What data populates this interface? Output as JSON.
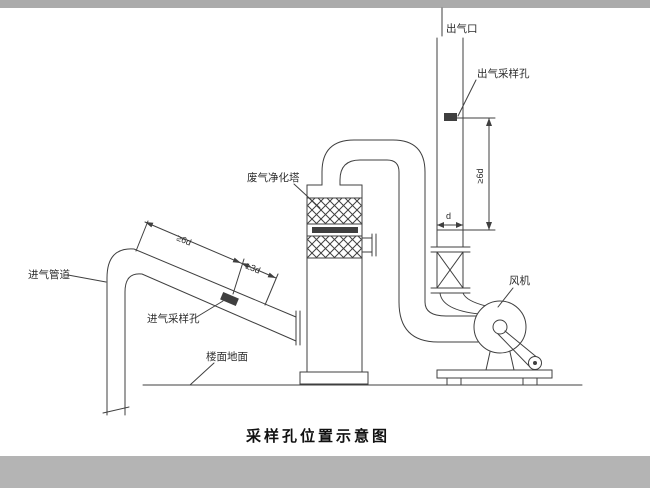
{
  "title": "采样孔位置示意图",
  "labels": {
    "outlet_port": "出气口",
    "outlet_sampling_hole": "出气采样孔",
    "outlet_dim_6d": "≥6d",
    "duct_diameter": "d",
    "tower": "废气净化塔",
    "inlet_dim_6d": "≥6d",
    "inlet_dim_3d": "≥3d",
    "inlet_pipe": "进气管道",
    "inlet_sampling_hole": "进气采样孔",
    "floor": "楼面地面",
    "fan": "风机"
  },
  "colors": {
    "line": "#3f3f3f",
    "paper": "#ffffff",
    "frame_bar": "#ababab"
  }
}
